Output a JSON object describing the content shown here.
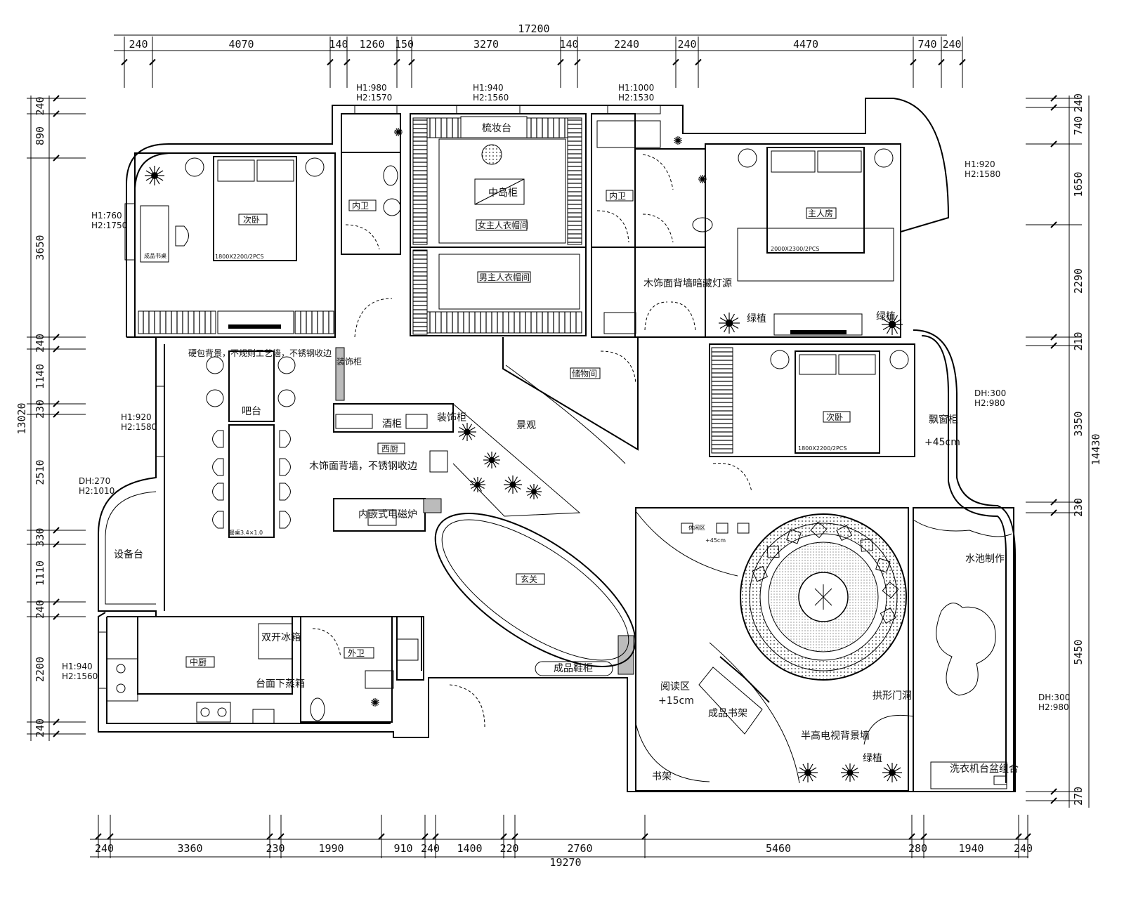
{
  "dims_top": {
    "total": "17200",
    "segments": [
      "240",
      "4070",
      "140",
      "1260",
      "150",
      "3270",
      "140",
      "2240",
      "240",
      "4470",
      "740",
      "240"
    ]
  },
  "dims_bottom": {
    "total": "19270",
    "segments": [
      "240",
      "3360",
      "230",
      "1990",
      "910",
      "240",
      "1400",
      "220",
      "2760",
      "5460",
      "280",
      "1940",
      "240"
    ]
  },
  "dims_left": {
    "total": "13020",
    "segments": [
      "240",
      "890",
      "3650",
      "240",
      "1140",
      "230",
      "2510",
      "330",
      "1110",
      "240",
      "2200",
      "240"
    ]
  },
  "dims_right": {
    "total": "14430",
    "segments": [
      "240",
      "740",
      "1650",
      "2290",
      "210",
      "3350",
      "230",
      "5450",
      "270"
    ]
  },
  "windows": {
    "w1": {
      "h1": "H1:980",
      "h2": "H2:1570"
    },
    "w2": {
      "h1": "H1:940",
      "h2": "H2:1560"
    },
    "w3": {
      "h1": "H1:1000",
      "h2": "H2:1530"
    },
    "w4": {
      "h1": "H1:920",
      "h2": "H2:1580"
    },
    "w5": {
      "h1": "H1:760",
      "h2": "H2:1750"
    },
    "w6": {
      "h1": "H1:920",
      "h2": "H2:1580"
    },
    "w7": {
      "h1": "DH:270",
      "h2": "H2:1010"
    },
    "w8": {
      "h1": "H1:940",
      "h2": "H2:1560"
    },
    "w9": {
      "h1": "DH:300",
      "h2": "H2:980"
    },
    "w10": {
      "h1": "DH:300",
      "h2": "H2:980"
    }
  },
  "rooms": {
    "second_bedroom_1": "次卧",
    "bed_size_1": "1800X2200/2PCS",
    "desk_label": "成品书桌",
    "bathroom_1": "内卫",
    "dressing_table": "梳妆台",
    "island_cabinet": "中岛柜",
    "her_closet": "女主人衣帽间",
    "his_closet": "男主人衣帽间",
    "bathroom_2": "内卫",
    "master_bedroom": "主人房",
    "bed_size_master": "2000X2300/2PCS",
    "wood_wall": "木饰面背墙暗藏灯源",
    "greenery_1": "绿植",
    "greenery_2": "绿植",
    "second_bedroom_2": "次卧",
    "bed_size_2": "1800X2200/2PCS",
    "bay_cabinet": "飘窗柜",
    "bay_height": "+45cm",
    "storage_room": "储物间",
    "soft_wall_note": "硬包背景，不规则工艺墙，不锈钢收边",
    "deco_cabinet_1": "装饰柜",
    "bar": "吧台",
    "wine_cabinet": "酒柜",
    "deco_cabinet_2": "装饰柜",
    "western_kitchen": "西厨",
    "wood_wall_2": "木饰面背墙，不锈钢收边",
    "induction": "内嵌式电磁炉",
    "landscape": "景观",
    "dining_table_note": "餐桌3.4×1.0",
    "equipment": "设备台",
    "entrance": "玄关",
    "shoe_cabinet": "成品鞋柜",
    "chinese_kitchen": "中厨",
    "fridge": "双开冰箱",
    "steamer": "台面下蒸箱",
    "guest_bath": "外卫",
    "seat_area": "休闲区",
    "seat_height": "+45cm",
    "pool": "水池制作",
    "reading": "阅读区",
    "reading_height": "+15cm",
    "bookshelf": "成品书架",
    "arch": "拱形门洞",
    "tv_wall": "半高电视背景墙",
    "greenery_3": "绿植",
    "books": "书架",
    "laundry": "洗衣机台盆组合"
  }
}
